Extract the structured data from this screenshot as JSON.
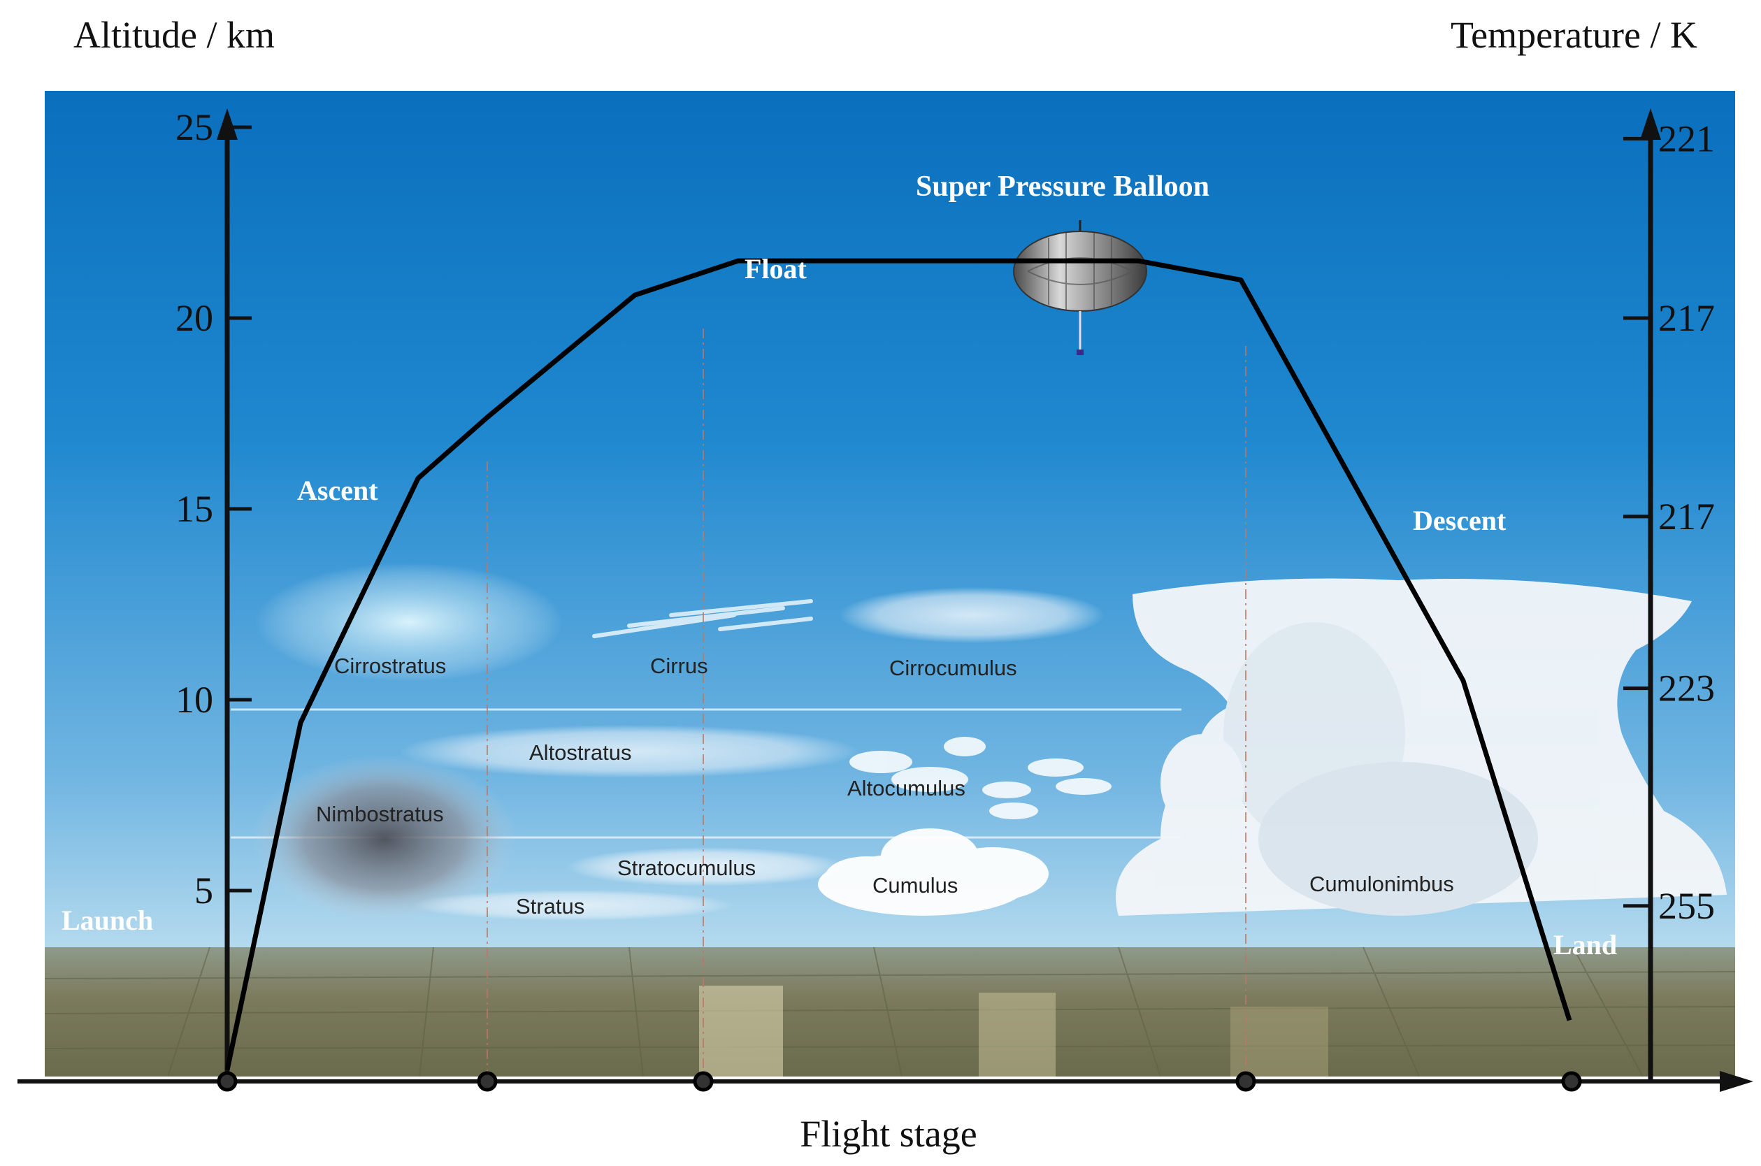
{
  "axes": {
    "left_title": "Altitude / km",
    "right_title": "Temperature / K",
    "bottom_title": "Flight stage"
  },
  "altitude_ticks": [
    {
      "value": 5,
      "label": "5"
    },
    {
      "value": 10,
      "label": "10"
    },
    {
      "value": 15,
      "label": "15"
    },
    {
      "value": 20,
      "label": "20"
    },
    {
      "value": 25,
      "label": "25"
    }
  ],
  "temperature_ticks": [
    {
      "altitude": 24.7,
      "label": "221"
    },
    {
      "altitude": 20.0,
      "label": "217"
    },
    {
      "altitude": 14.8,
      "label": "217"
    },
    {
      "altitude": 10.3,
      "label": "223"
    },
    {
      "altitude": 4.6,
      "label": "255"
    }
  ],
  "stages": {
    "launch": "Launch",
    "ascent": "Ascent",
    "float": "Float",
    "descent": "Descent",
    "land": "Land"
  },
  "balloon_label": "Super Pressure Balloon",
  "clouds": [
    {
      "key": "cirrostratus",
      "label": "Cirrostratus"
    },
    {
      "key": "cirrus",
      "label": "Cirrus"
    },
    {
      "key": "cirrocumulus",
      "label": "Cirrocumulus"
    },
    {
      "key": "altostratus",
      "label": "Altostratus"
    },
    {
      "key": "altocumulus",
      "label": "Altocumulus"
    },
    {
      "key": "nimbostratus",
      "label": "Nimbostratus"
    },
    {
      "key": "stratocumulus",
      "label": "Stratocumulus"
    },
    {
      "key": "cumulus",
      "label": "Cumulus"
    },
    {
      "key": "stratus",
      "label": "Stratus"
    },
    {
      "key": "cumulonimbus",
      "label": "Cumulonimbus"
    }
  ],
  "flight_profile_km": [
    0.3,
    9.4,
    15.8,
    17.4,
    20.6,
    21.5,
    21.5,
    21.5,
    21.0,
    10.5,
    1.6
  ],
  "colors": {
    "sky_top": "#0a73c0",
    "sky_mid": "#3a9ad8",
    "sky_low": "#9fcde9",
    "ground": "#7d7a60",
    "axis": "#111111",
    "label_light": "#ffffff",
    "label_dark": "#222222"
  }
}
